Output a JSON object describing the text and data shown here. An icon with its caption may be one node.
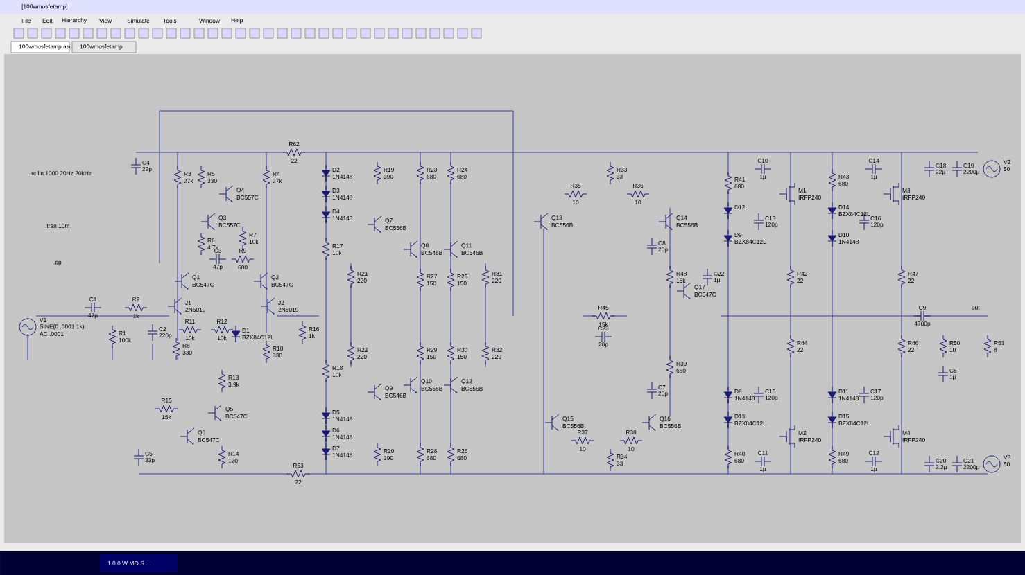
{
  "diagram": {
    "labels": [
      "[100wmosfetamp]",
      "File",
      "Edit",
      "Hierarchy",
      "View",
      "Simulate",
      "Tools",
      "Window",
      "Help",
      "100wmosfetamp.asc",
      "100wmosfetamp",
      "1 0 0 W  MO S ...",
      "V1",
      "SINE(0 .0001 1k)",
      "AC .0001",
      ".ac lin 1000 20Hz 20kHz",
      ".tran 10m",
      ".op",
      "C1",
      "47µ",
      "R1",
      "100k",
      "R2",
      "1k",
      "C2",
      "220p",
      "C4",
      "22p",
      "R3",
      "27k",
      "R5",
      "330",
      "Q3",
      "BC557C",
      "Q4",
      "BC557C",
      "R4",
      "27k",
      "R6",
      "4.7k",
      "R7",
      "10k",
      "C3",
      "47p",
      "R9",
      "680",
      "Q1",
      "BC547C",
      "Q2",
      "BC547C",
      "J1",
      "2N5019",
      "J2",
      "2N5019",
      "R11",
      "10k",
      "R12",
      "10k",
      "D1",
      "BZX84C12L",
      "R8",
      "330",
      "R10",
      "330",
      "R16",
      "1k",
      "R13",
      "3.9k",
      "R62",
      "22",
      "D2",
      "1N4148",
      "D3",
      "1N4148",
      "D4",
      "1N4148",
      "R17",
      "10k",
      "R18",
      "10k",
      "Q7",
      "BC556B",
      "R19",
      "390",
      "R23",
      "680",
      "R24",
      "680",
      "Q8",
      "BC546B",
      "Q11",
      "BC546B",
      "R27",
      "150",
      "R25",
      "150",
      "R21",
      "220",
      "R31",
      "220",
      "R22",
      "220",
      "R32",
      "220",
      "R29",
      "150",
      "R30",
      "150",
      "Q10",
      "BC556B",
      "Q12",
      "BC556B",
      "Q9",
      "BC546B",
      "D5",
      "1N4148",
      "D6",
      "1N4148",
      "D7",
      "1N4148",
      "R20",
      "390",
      "R28",
      "680",
      "R26",
      "680",
      "R63",
      "22",
      "R15",
      "15k",
      "Q5",
      "BC547C",
      "Q6",
      "BC547C",
      "R14",
      "120",
      "C5",
      "33p",
      "Q13",
      "BC556B",
      "Q14",
      "BC556B",
      "R35",
      "10",
      "R36",
      "10",
      "R33",
      "33",
      "C8",
      "20p",
      "R48",
      "15k",
      "Q17",
      "BC547C",
      "C22",
      "1µ",
      "R45",
      "15k",
      "C23",
      "20p",
      "R39",
      "680",
      "C7",
      "20p",
      "Q15",
      "BC556B",
      "Q16",
      "BC556B",
      "R37",
      "10",
      "R38",
      "10",
      "R34",
      "33",
      "R41",
      "680",
      "C10",
      "1µ",
      "M1",
      "IRFP240",
      "D12",
      "D9",
      "BZX84C12L",
      "C13",
      "120p",
      "R43",
      "680",
      "C14",
      "1µ",
      "M3",
      "IRFP240",
      "D14",
      "BZX84C12L",
      "D10",
      "1N4148",
      "C16",
      "120p",
      "C18",
      "22µ",
      "C19",
      "2200µ",
      "V2",
      "50",
      "R42",
      "22",
      "R47",
      "22",
      "C9",
      "4700p",
      "out",
      "R50",
      "10",
      "C6",
      "1µ",
      "R51",
      "8",
      "R44",
      "22",
      "R46",
      "22",
      "D8",
      "1N4148",
      "D13",
      "BZX84C12L",
      "C15",
      "120p",
      "M2",
      "IRFP240",
      "R40",
      "680",
      "C11",
      "1µ",
      "D11",
      "1N4148",
      "D15",
      "BZX84C12L",
      "C17",
      "120p",
      "M4",
      "IRFP240",
      "R49",
      "680",
      "C12",
      "1µ",
      "C20",
      "2.2µ",
      "C21",
      "2200µ",
      "V3",
      "50"
    ]
  }
}
